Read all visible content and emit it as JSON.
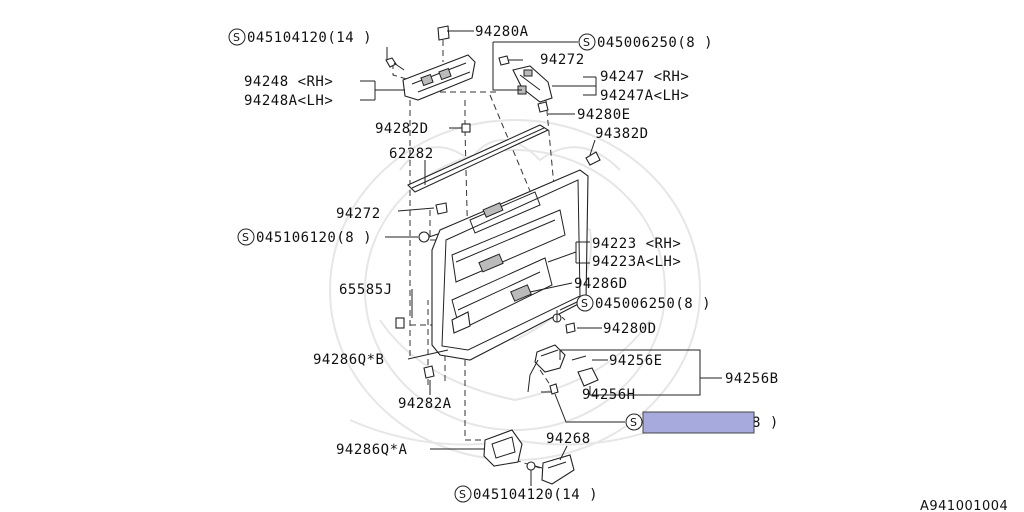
{
  "diagram": {
    "drawing_code": "A941001004",
    "highlight_color": "#a7aadd",
    "watermark": "faded monogram watermark behind drawing",
    "labels": {
      "screw_top_left": {
        "prefix": "S",
        "text": "045104120(14 )"
      },
      "p94280A": "94280A",
      "screw_top_right": {
        "prefix": "S",
        "text": "045006250(8 )"
      },
      "p94272_top": "94272",
      "p94248": "94248 <RH>",
      "p94248A": "94248A<LH>",
      "p94247": "94247 <RH>",
      "p94247A": "94247A<LH>",
      "p94280E": "94280E",
      "p94282D": "94282D",
      "p94382D": "94382D",
      "p62282": "62282",
      "p94272_mid": "94272",
      "screw_mid_left": {
        "prefix": "S",
        "text": "045106120(8 )"
      },
      "p94223": "94223 <RH>",
      "p94223A": "94223A<LH>",
      "p65585J": "65585J",
      "p94286D": "94286D",
      "screw_mid_right": {
        "prefix": "S",
        "text": "045006250(8 )"
      },
      "p94280D": "94280D",
      "p94286QB": "94286Q*B",
      "p94256E": "94256E",
      "p94256B": "94256B",
      "p94282A": "94282A",
      "p94256H": "94256H",
      "screw_hidden": {
        "prefix": "S",
        "text": "8 )"
      },
      "p94268": "94268",
      "p94286QA": "94286Q*A",
      "screw_bottom": {
        "prefix": "S",
        "text": "045104120(14 )"
      }
    }
  }
}
